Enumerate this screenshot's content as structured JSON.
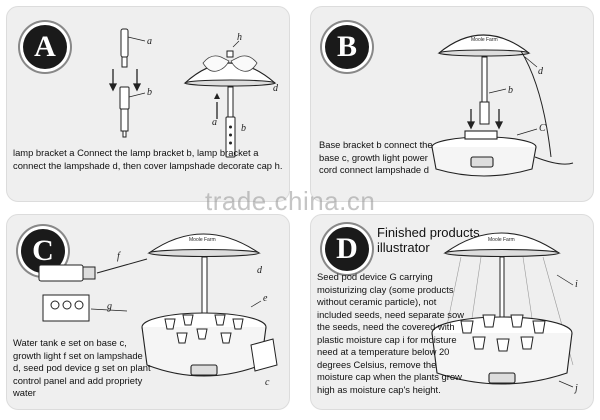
{
  "watermark": "trade.china.cn",
  "brand_label": "Moole Farm",
  "panels": {
    "A": {
      "badge": "A",
      "caption": "lamp bracket a Connect the lamp bracket b, lamp bracket a connect the lampshade d, then cover lampshade decorate cap h.",
      "labels": {
        "a1": "a",
        "b1": "b",
        "h": "h",
        "d": "d",
        "a2": "a",
        "b2": "b"
      }
    },
    "B": {
      "badge": "B",
      "caption": "Base bracket b connect the base c, growth light power cord connect lampshade d",
      "labels": {
        "d": "d",
        "b": "b",
        "c": "C"
      }
    },
    "C": {
      "badge": "C",
      "caption": "Water tank e set on base c, growth light f set on lampshade d, seed pod device g set on plant control panel and add propriety water",
      "labels": {
        "f": "f",
        "d": "d",
        "g": "g",
        "e": "e",
        "c": "c"
      }
    },
    "D": {
      "badge": "D",
      "title": "Finished products illustrator",
      "caption": "Seed pod device G carrying moisturizing clay (some products without ceramic particle), not included seeds, need separate sow the seeds, need the covered with plastic moisture cap i for moisture need at a temperature below 20 degrees Celsius, remove the moisture cap when the plants grow high as moisture cap's height.",
      "labels": {
        "i": "i",
        "j": "j"
      }
    }
  }
}
